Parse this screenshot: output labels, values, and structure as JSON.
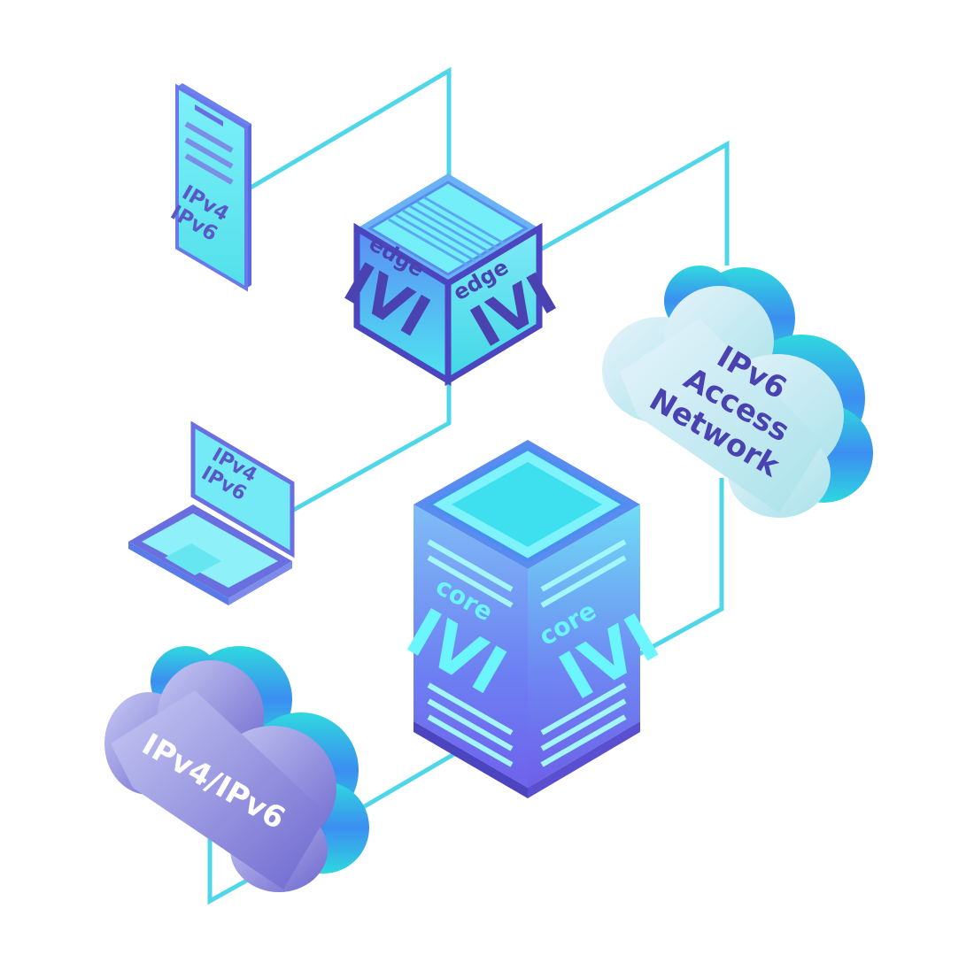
{
  "colors": {
    "link": "#4fd6e8",
    "cyan": "#5ff0f5",
    "blue": "#4a7df0",
    "indigo": "#4b46c0",
    "text_dark": "#4a42b0",
    "text_light": "#ffffff",
    "text_glow": "#6af5ff"
  },
  "phone": {
    "lines": [
      "IPv4",
      "IPv6"
    ]
  },
  "laptop": {
    "lines": [
      "IPv4",
      "IPv6"
    ]
  },
  "edge_cube": {
    "left_face": {
      "word": "edge",
      "logo": "IVI"
    },
    "right_face": {
      "word": "edge",
      "logo": "IVI"
    }
  },
  "core_tower": {
    "left_face": {
      "word": "core",
      "logo": "IVI"
    },
    "right_face": {
      "word": "core",
      "logo": "IVI"
    }
  },
  "cloud_ipv6": {
    "lines": [
      "IPv6",
      "Access",
      "Network"
    ]
  },
  "cloud_ipv4": {
    "label": "IPv4/IPv6"
  }
}
